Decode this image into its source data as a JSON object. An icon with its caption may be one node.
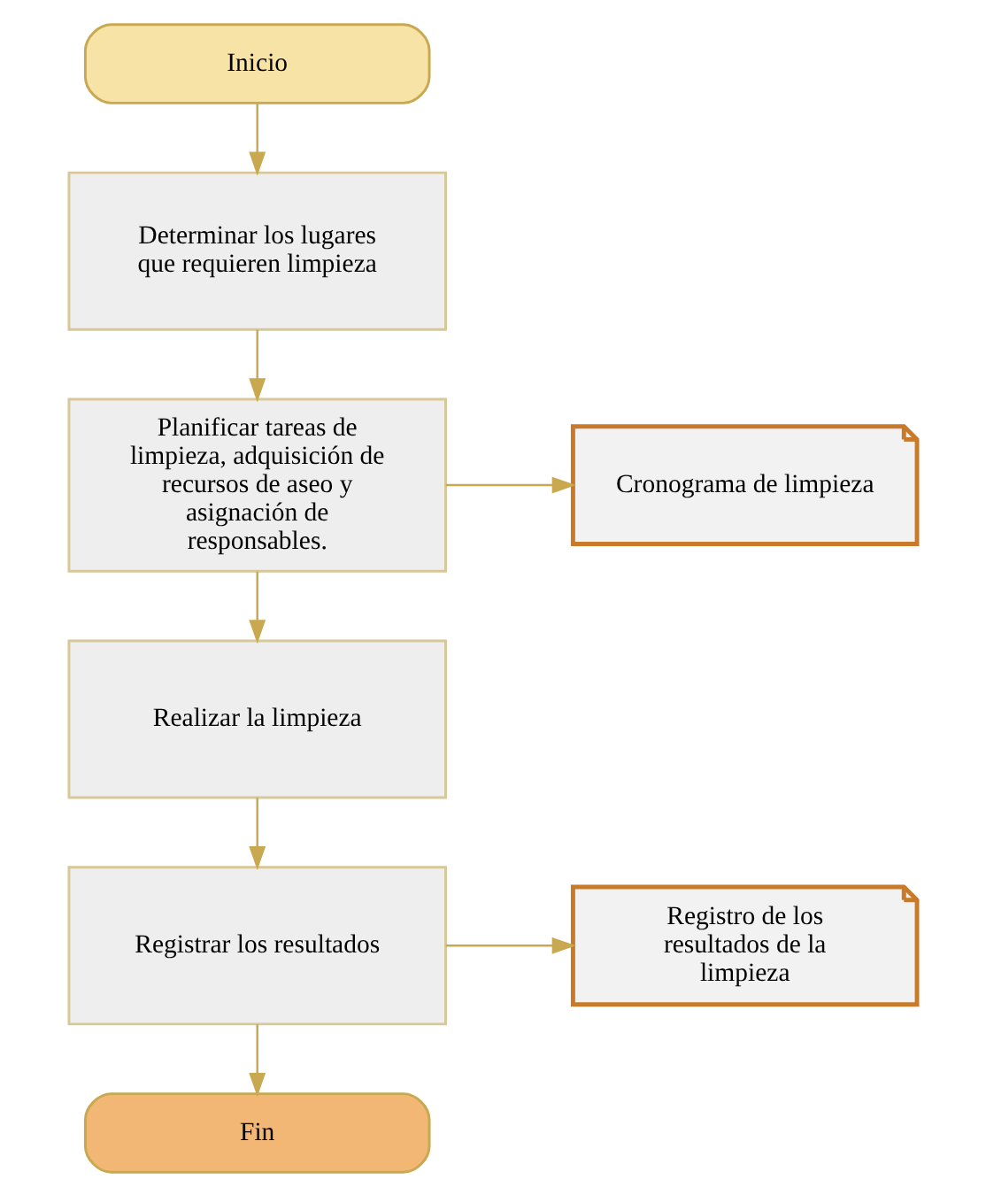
{
  "diagram": {
    "nodes": [
      {
        "text": [
          "Inicio"
        ]
      },
      {
        "text": [
          "Determinar los lugares que requieren limpieza"
        ]
      },
      {
        "text": [
          "Planificar tareas de limpieza, adquisición de recursos de aseo y asignación de responsables."
        ]
      },
      {
        "text": [
          "Cronograma de limpieza"
        ]
      },
      {
        "text": [
          "Realizar la limpieza"
        ]
      },
      {
        "text": [
          "Registrar los resultados"
        ]
      },
      {
        "text": [
          "Registro de los resultados de la limpieza"
        ]
      },
      {
        "text": [
          "Fin"
        ]
      }
    ],
    "edges": [
      {
        "from": 0,
        "to": 1,
        "arrow": "to"
      },
      {
        "from": 1,
        "to": 2,
        "arrow": "to"
      },
      {
        "from": 2,
        "to": 3,
        "arrow": "to"
      },
      {
        "from": 2,
        "to": 4,
        "arrow": "to"
      },
      {
        "from": 4,
        "to": 5,
        "arrow": "to"
      },
      {
        "from": 5,
        "to": 6,
        "arrow": "to"
      },
      {
        "from": 5,
        "to": 7,
        "arrow": "to"
      }
    ]
  }
}
